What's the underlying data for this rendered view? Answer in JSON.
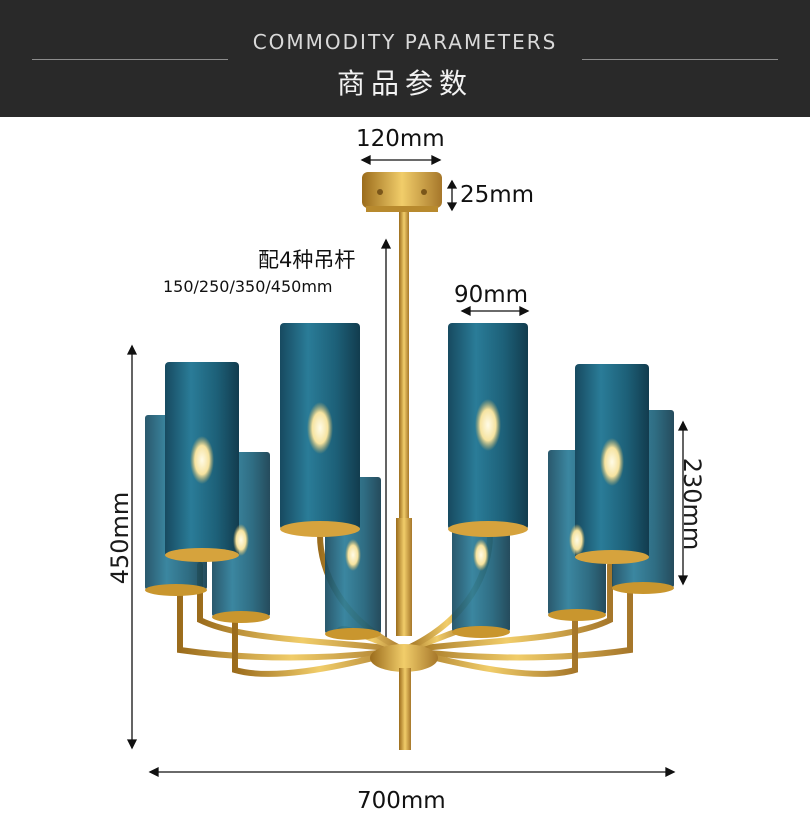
{
  "header": {
    "title_en": "COMMODITY PARAMETERS",
    "title_zh": "商品参数"
  },
  "dimensions": {
    "canopy_width": "120mm",
    "canopy_height": "25mm",
    "rod_note": "配4种吊杆",
    "rod_options": "150/250/350/450mm",
    "shade_width": "90mm",
    "shade_height": "230mm",
    "total_height": "450mm",
    "total_width": "700mm"
  },
  "colors": {
    "header_bg": "#292929",
    "glass": "#1f5f78",
    "brass": "#d3a53a"
  },
  "product": {
    "name": "chandelier"
  }
}
